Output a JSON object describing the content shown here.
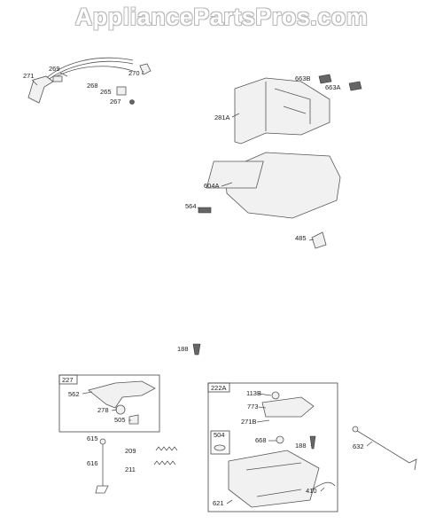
{
  "watermark": "AppliancePartsPros.com",
  "parts": {
    "p271": "271",
    "p269": "269",
    "p268": "268",
    "p265": "265",
    "p267": "267",
    "p270": "270",
    "p663B": "663B",
    "p663A": "663A",
    "p281A": "281A",
    "p604A": "604A",
    "p564": "564",
    "p485": "485",
    "p188_top": "188",
    "p227": "227",
    "p562": "562",
    "p278": "278",
    "p505": "505",
    "p615": "615",
    "p616": "616",
    "p209": "209",
    "p211": "211",
    "p222A": "222A",
    "p113B": "113B",
    "p773": "773",
    "p271B": "271B",
    "p668": "668",
    "p188_box": "188",
    "p504": "504",
    "p410": "410",
    "p621": "621",
    "p632": "632"
  }
}
